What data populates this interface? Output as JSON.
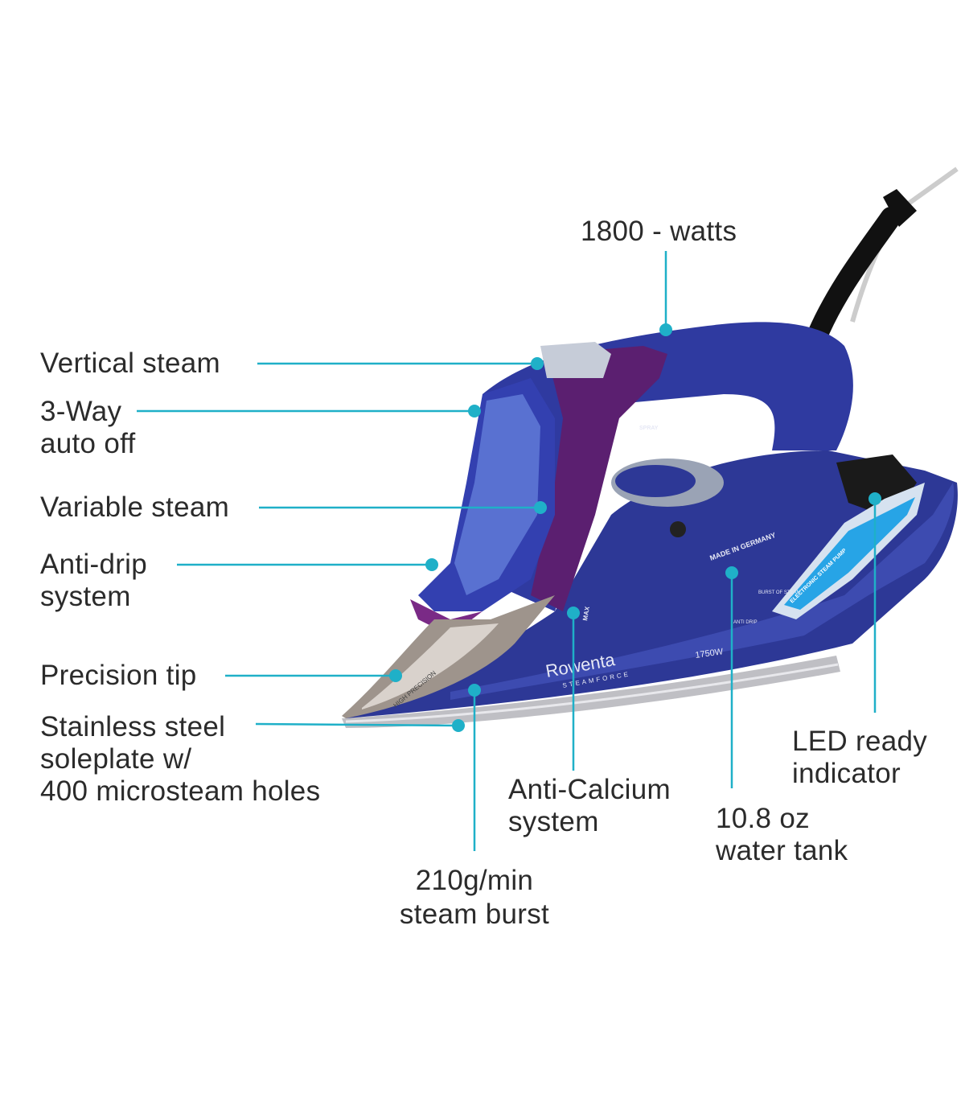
{
  "colors": {
    "callout": "#1fb0c8",
    "body": "#2e3a9a",
    "accent": "#5a1f6e",
    "text": "#2b2b2b"
  },
  "product": {
    "brand": "Rowenta",
    "model": "STEAMFORCE",
    "markings": [
      "MADE IN GERMANY",
      "BURST OF STEAM",
      "ANTI DRIP",
      "1750W",
      "MAX",
      "SPRAY",
      "HIGH PRECISION",
      "ELECTRONIC STEAM PUMP"
    ]
  },
  "callouts": {
    "watts": [
      "1800 - watts"
    ],
    "vertical_steam": [
      "Vertical steam"
    ],
    "auto_off": [
      "3-Way",
      "auto off"
    ],
    "variable_steam": [
      "Variable steam"
    ],
    "anti_drip": [
      "Anti-drip",
      "system"
    ],
    "precision_tip": [
      "Precision tip"
    ],
    "soleplate": [
      "Stainless steel",
      "soleplate w/",
      "400 microsteam holes"
    ],
    "steam_burst": [
      "210g/min",
      "steam burst"
    ],
    "anti_calcium": [
      "Anti-Calcium",
      "system"
    ],
    "water_tank": [
      "10.8 oz",
      "water tank"
    ],
    "led": [
      "LED ready",
      "indicator"
    ]
  }
}
